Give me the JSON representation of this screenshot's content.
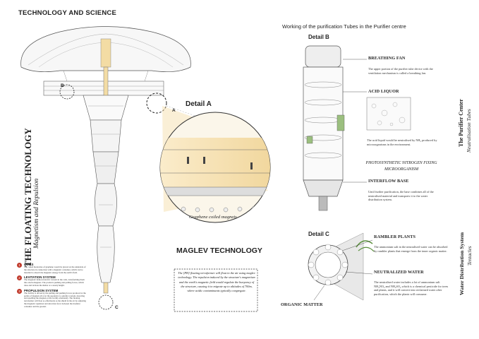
{
  "header": {
    "title": "TECHNOLOGY AND SCIENCE",
    "working_title": "Working of the purification Tubes in the Purifier centre"
  },
  "left_vertical": {
    "title": "THE FLOATING TECHNOLOGY",
    "subtitle": "Magnetism and Repulsion"
  },
  "legend": [
    {
      "num": "1",
      "title": "COILS",
      "text": "The coiled molecules of graphene would be placed on the underside of the structure in connection with a magnetic container, which can be installed to absorb the magnetic energy from the earth's field."
    },
    {
      "num": "2",
      "title": "LEVITATION SYSTEM",
      "text": "The magnetic induced electric current in the coils, transforming them into electromagnets. The products pushing and pulling forces, which raise and levitate the shelter at a steady height."
    },
    {
      "num": "3",
      "title": "PROPULSION SYSTEM",
      "text": "The facility is driven by the pulling and pushing forces produced at the points of magnets all over the geodesics to quickly reorient, detecting and repelling the magnets at the facility alternately. The floating terraformer will float as effortlessly as the shield in the air by adjusting the magnetic repulsion and attraction force between the modular container and the ground."
    }
  ],
  "callouts": {
    "a": "A",
    "b": "B",
    "c": "C"
  },
  "detail_a": {
    "title": "Detail A",
    "caption": "Graphene coiled magnets"
  },
  "maglev": {
    "title": "MAGLEV TECHNOLOGY",
    "text": "The [PH] floating terraformer will float in the air using maglev technology. The repulsion induced by the structure's magnetism and the earth's magnetic field would regulate the buoyancy of the structure, causing it to migrate up to altitudes of 700m, where acidic contaminants typically congregate."
  },
  "detail_b": {
    "title": "Detail B",
    "sections": [
      {
        "title": "BREATHING FAN",
        "text": "The upper portion of the purifier tube device with the ventilation mechanism is called a breathing fan."
      },
      {
        "title": "ACID LIQUOR",
        "text": "The acid liquid would be neutralised by NH₃ produced by microorganisms in the environment."
      },
      {
        "title": "INTERFLOW BASE",
        "text": "Until further purification, the base combines all of the neutralised material and transports it to the water distribution system."
      }
    ],
    "photosynthetic": "PHOTOSYNTHETIC NITROGEN FIXING MICROORGANISM"
  },
  "purifier_side": {
    "title": "The Purifier Center",
    "subtitle": "Neutralisation Tubes"
  },
  "detail_c": {
    "title": "Detail C",
    "organic": "ORGANIC MATTER",
    "sections": [
      {
        "title": "RAMBLER PLANTS",
        "text": "The ammonium salt in the neutralised water can be absorbed by rambler plants that emerge from the inner organic matter."
      },
      {
        "title": "NEUTRALIZED WATER",
        "text": "The neutralised water includes a lot of ammonium salt NH₄NO₃ and NH₄SO₄ which is a chemical pesticide for trees and plants, and it will convert into reclaimed water after purification, which the plants will consume."
      }
    ]
  },
  "water_side": {
    "title": "Water Distribution System",
    "subtitle": "Tentacles"
  },
  "colors": {
    "accent_red": "#c0392b",
    "warm_yellow": "#f3dca4",
    "line_gray": "#555555"
  }
}
